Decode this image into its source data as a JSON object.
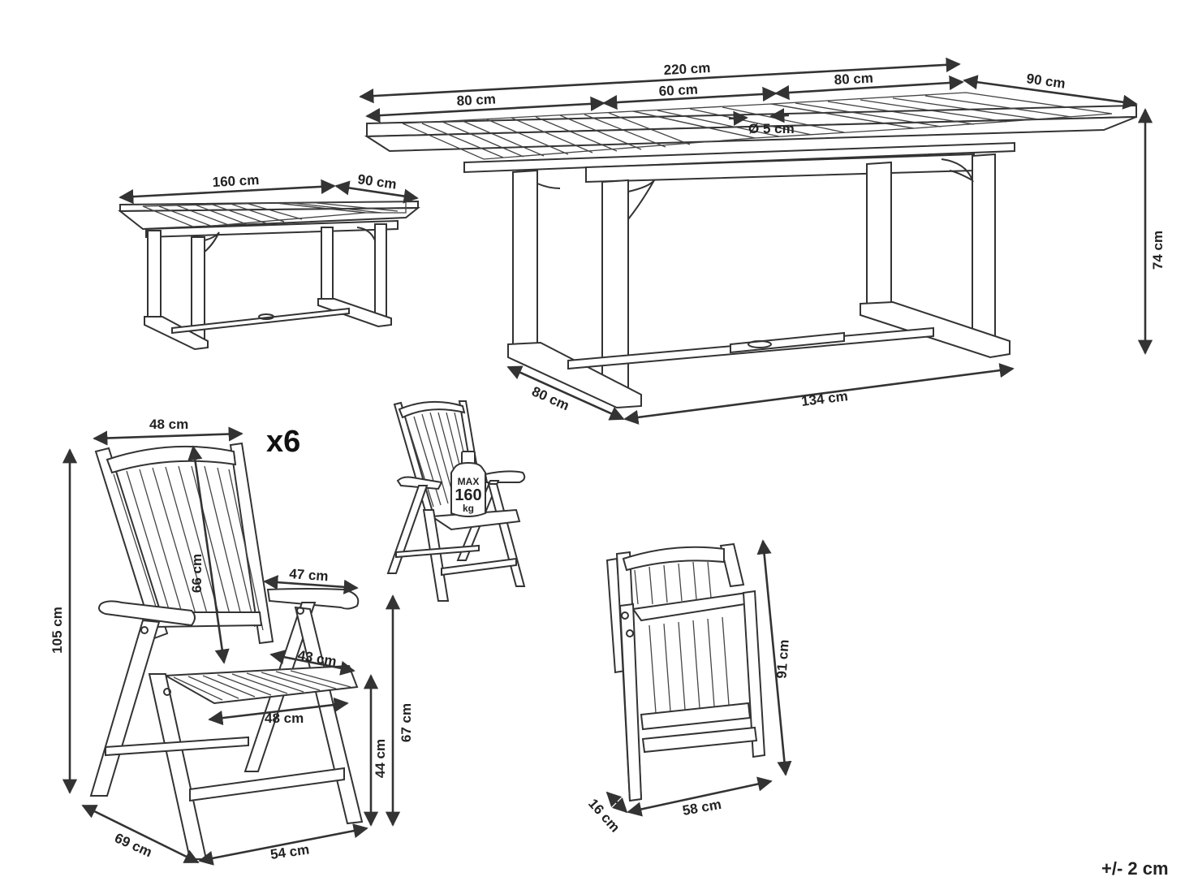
{
  "labels": {
    "big_table_length": "220 cm",
    "big_table_left_segment": "80 cm",
    "big_table_middle_segment": "60 cm",
    "big_table_right_segment": "80 cm",
    "big_table_width": "90 cm",
    "parasol_hole": "Ø 5 cm",
    "big_table_height": "74 cm",
    "big_table_frame_depth": "80 cm",
    "big_table_frame_length": "134 cm",
    "small_table_length": "160 cm",
    "small_table_width": "90 cm",
    "chair_top_width": "48 cm",
    "chair_quantity": "x6",
    "chair_back_height": "66 cm",
    "chair_arm_depth": "47 cm",
    "chair_seat_depth": "43 cm",
    "chair_seat_width": "48 cm",
    "chair_total_height": "105 cm",
    "chair_arm_height": "67 cm",
    "chair_seat_height": "44 cm",
    "chair_depth": "69 cm",
    "chair_width": "54 cm",
    "folded_height": "91 cm",
    "folded_width": "58 cm",
    "folded_thickness": "16 cm",
    "tolerance": "+/- 2 cm"
  },
  "load_badge": {
    "line1": "MAX",
    "line2": "160",
    "line3": "kg"
  }
}
